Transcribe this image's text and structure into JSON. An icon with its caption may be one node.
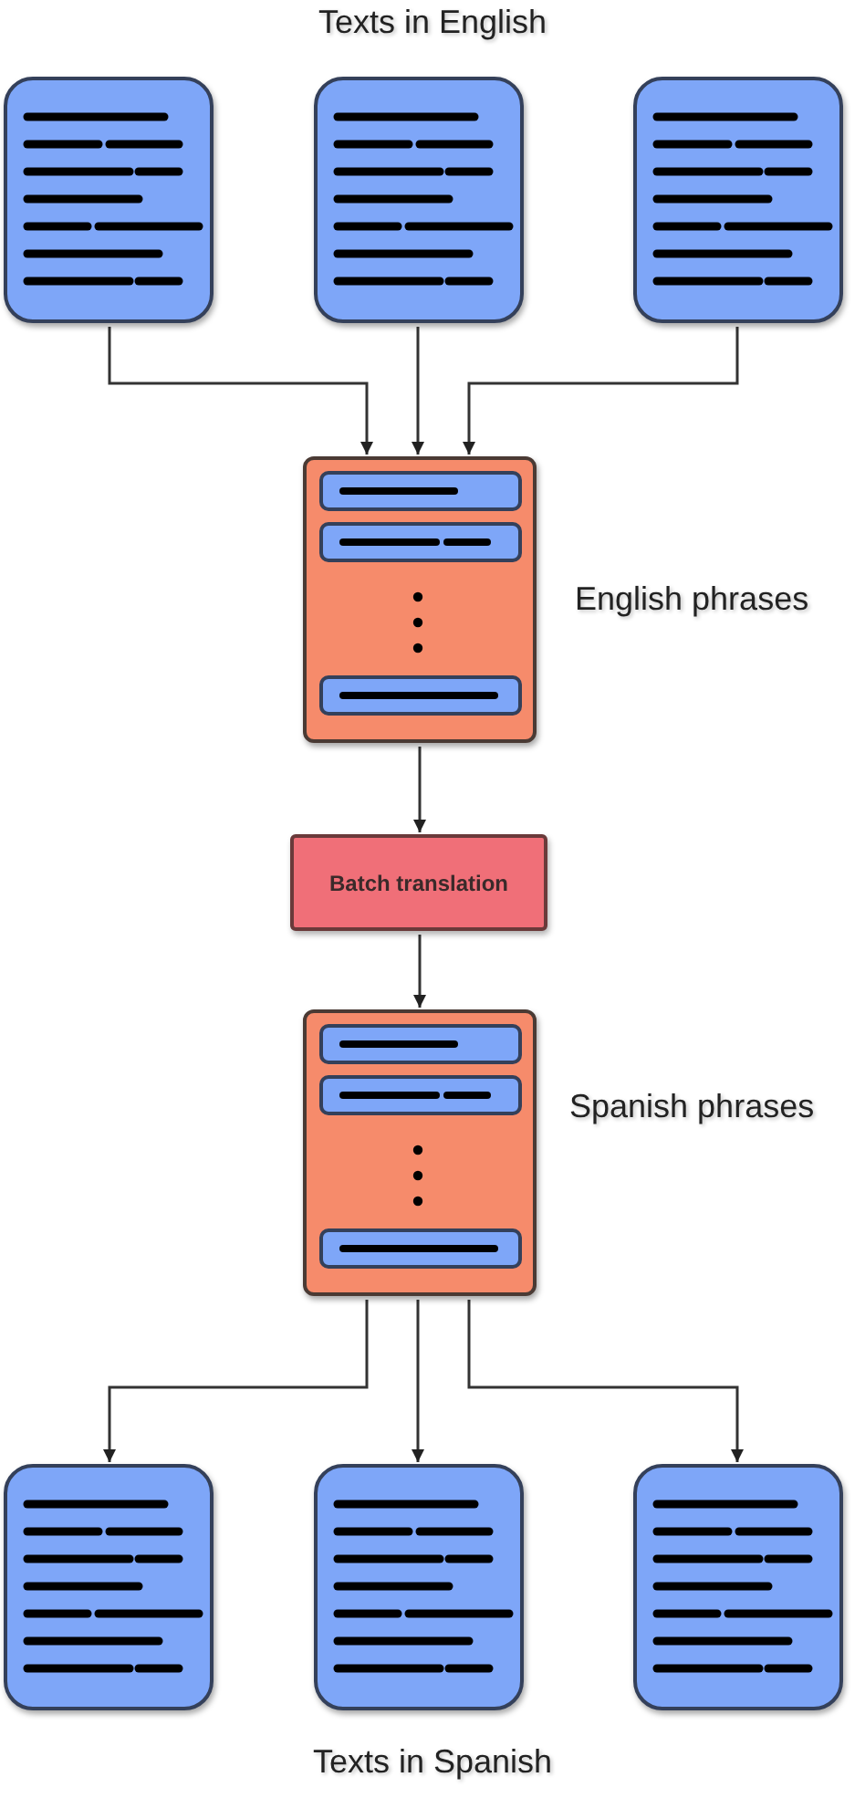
{
  "diagram": {
    "nodes": [
      {
        "text": [],
        "shape": "box"
      },
      {
        "text": [],
        "shape": "box"
      },
      {
        "text": [],
        "shape": "box"
      },
      {
        "text": [],
        "shape": "box",
        "beside": [
          "English phrases"
        ]
      },
      {
        "text": [
          "Batch translation"
        ]
      },
      {
        "text": [],
        "shape": "box",
        "beside": [
          "Spanish phrases"
        ]
      },
      {
        "text": [],
        "shape": "box"
      },
      {
        "text": [],
        "shape": "box"
      },
      {
        "text": [],
        "shape": "box"
      }
    ],
    "edges": [
      {
        "from": 0,
        "to": 3,
        "arrow": "to"
      },
      {
        "from": 1,
        "to": 3,
        "arrow": "to"
      },
      {
        "from": 2,
        "to": 3,
        "arrow": "to"
      },
      {
        "from": 3,
        "to": 4,
        "arrow": "to"
      },
      {
        "from": 4,
        "to": 5,
        "arrow": "to"
      },
      {
        "from": 5,
        "to": 6,
        "arrow": "to"
      },
      {
        "from": 5,
        "to": 7,
        "arrow": "to"
      },
      {
        "from": 5,
        "to": 8,
        "arrow": "to"
      }
    ],
    "labels": [
      "Texts in English",
      "Texts in Spanish"
    ]
  }
}
